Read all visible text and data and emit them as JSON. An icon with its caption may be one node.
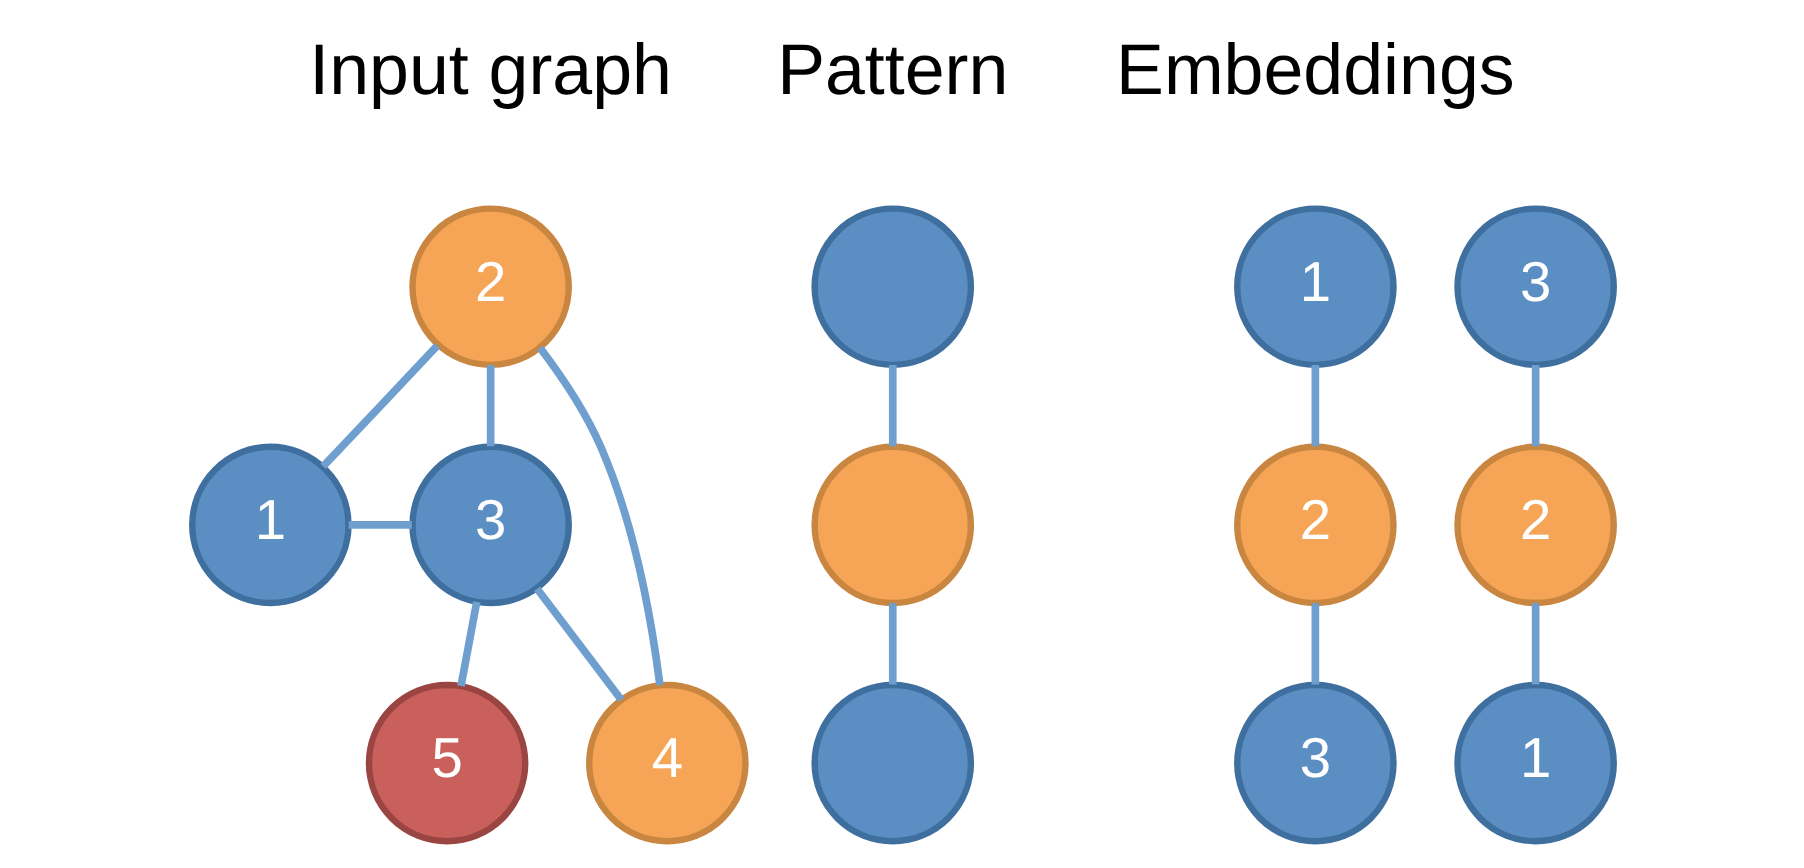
{
  "diagram": {
    "nodes": [
      {
        "text": [
          "2"
        ]
      },
      {
        "text": [
          "1"
        ]
      },
      {
        "text": [
          "3"
        ]
      },
      {
        "text": [
          "4"
        ]
      },
      {
        "text": [
          "5"
        ]
      },
      {
        "text": [],
        "shape": "circle"
      },
      {
        "text": [],
        "shape": "circle"
      },
      {
        "text": [],
        "shape": "circle"
      },
      {
        "text": [
          "1"
        ]
      },
      {
        "text": [
          "2"
        ]
      },
      {
        "text": [
          "3"
        ]
      },
      {
        "text": [
          "3"
        ]
      },
      {
        "text": [
          "2"
        ]
      },
      {
        "text": [
          "1"
        ]
      }
    ],
    "edges": [
      {
        "from": 0,
        "to": 1,
        "arrow": "none"
      },
      {
        "from": 0,
        "to": 2,
        "arrow": "none"
      },
      {
        "from": 0,
        "to": 3,
        "arrow": "none"
      },
      {
        "from": 1,
        "to": 2,
        "arrow": "none"
      },
      {
        "from": 2,
        "to": 3,
        "arrow": "none"
      },
      {
        "from": 2,
        "to": 4,
        "arrow": "none"
      },
      {
        "from": 5,
        "to": 6,
        "arrow": "none"
      },
      {
        "from": 6,
        "to": 7,
        "arrow": "none"
      },
      {
        "from": 8,
        "to": 9,
        "arrow": "none"
      },
      {
        "from": 9,
        "to": 10,
        "arrow": "none"
      },
      {
        "from": 11,
        "to": 12,
        "arrow": "none"
      },
      {
        "from": 12,
        "to": 13,
        "arrow": "none"
      }
    ],
    "labels": [
      "Input graph",
      "Pattern",
      "Embeddings"
    ]
  }
}
